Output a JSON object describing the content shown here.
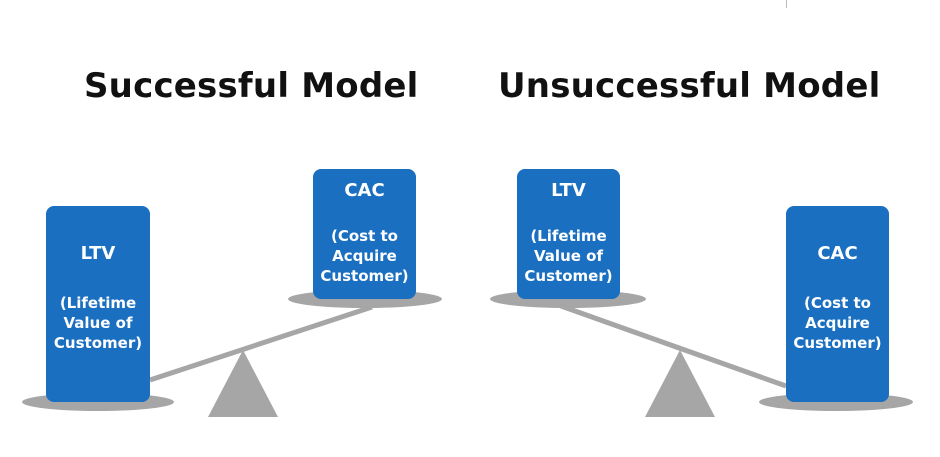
{
  "colors": {
    "box": "#1a6fc0",
    "scale": "#a6a6a6",
    "text": "#111111"
  },
  "left_panel": {
    "title": "Successful Model",
    "boxes": [
      {
        "abbr": "LTV",
        "full": "(Lifetime\nValue of\nCustomer)",
        "side": "left",
        "weight_level": "low"
      },
      {
        "abbr": "CAC",
        "full": "(Cost to\nAcquire\nCustomer)",
        "side": "right",
        "weight_level": "high"
      }
    ]
  },
  "right_panel": {
    "title": "Unsuccessful Model",
    "boxes": [
      {
        "abbr": "LTV",
        "full": "(Lifetime\nValue of\nCustomer)",
        "side": "left",
        "weight_level": "high"
      },
      {
        "abbr": "CAC",
        "full": "(Cost to\nAcquire\nCustomer)",
        "side": "right",
        "weight_level": "low"
      }
    ]
  }
}
